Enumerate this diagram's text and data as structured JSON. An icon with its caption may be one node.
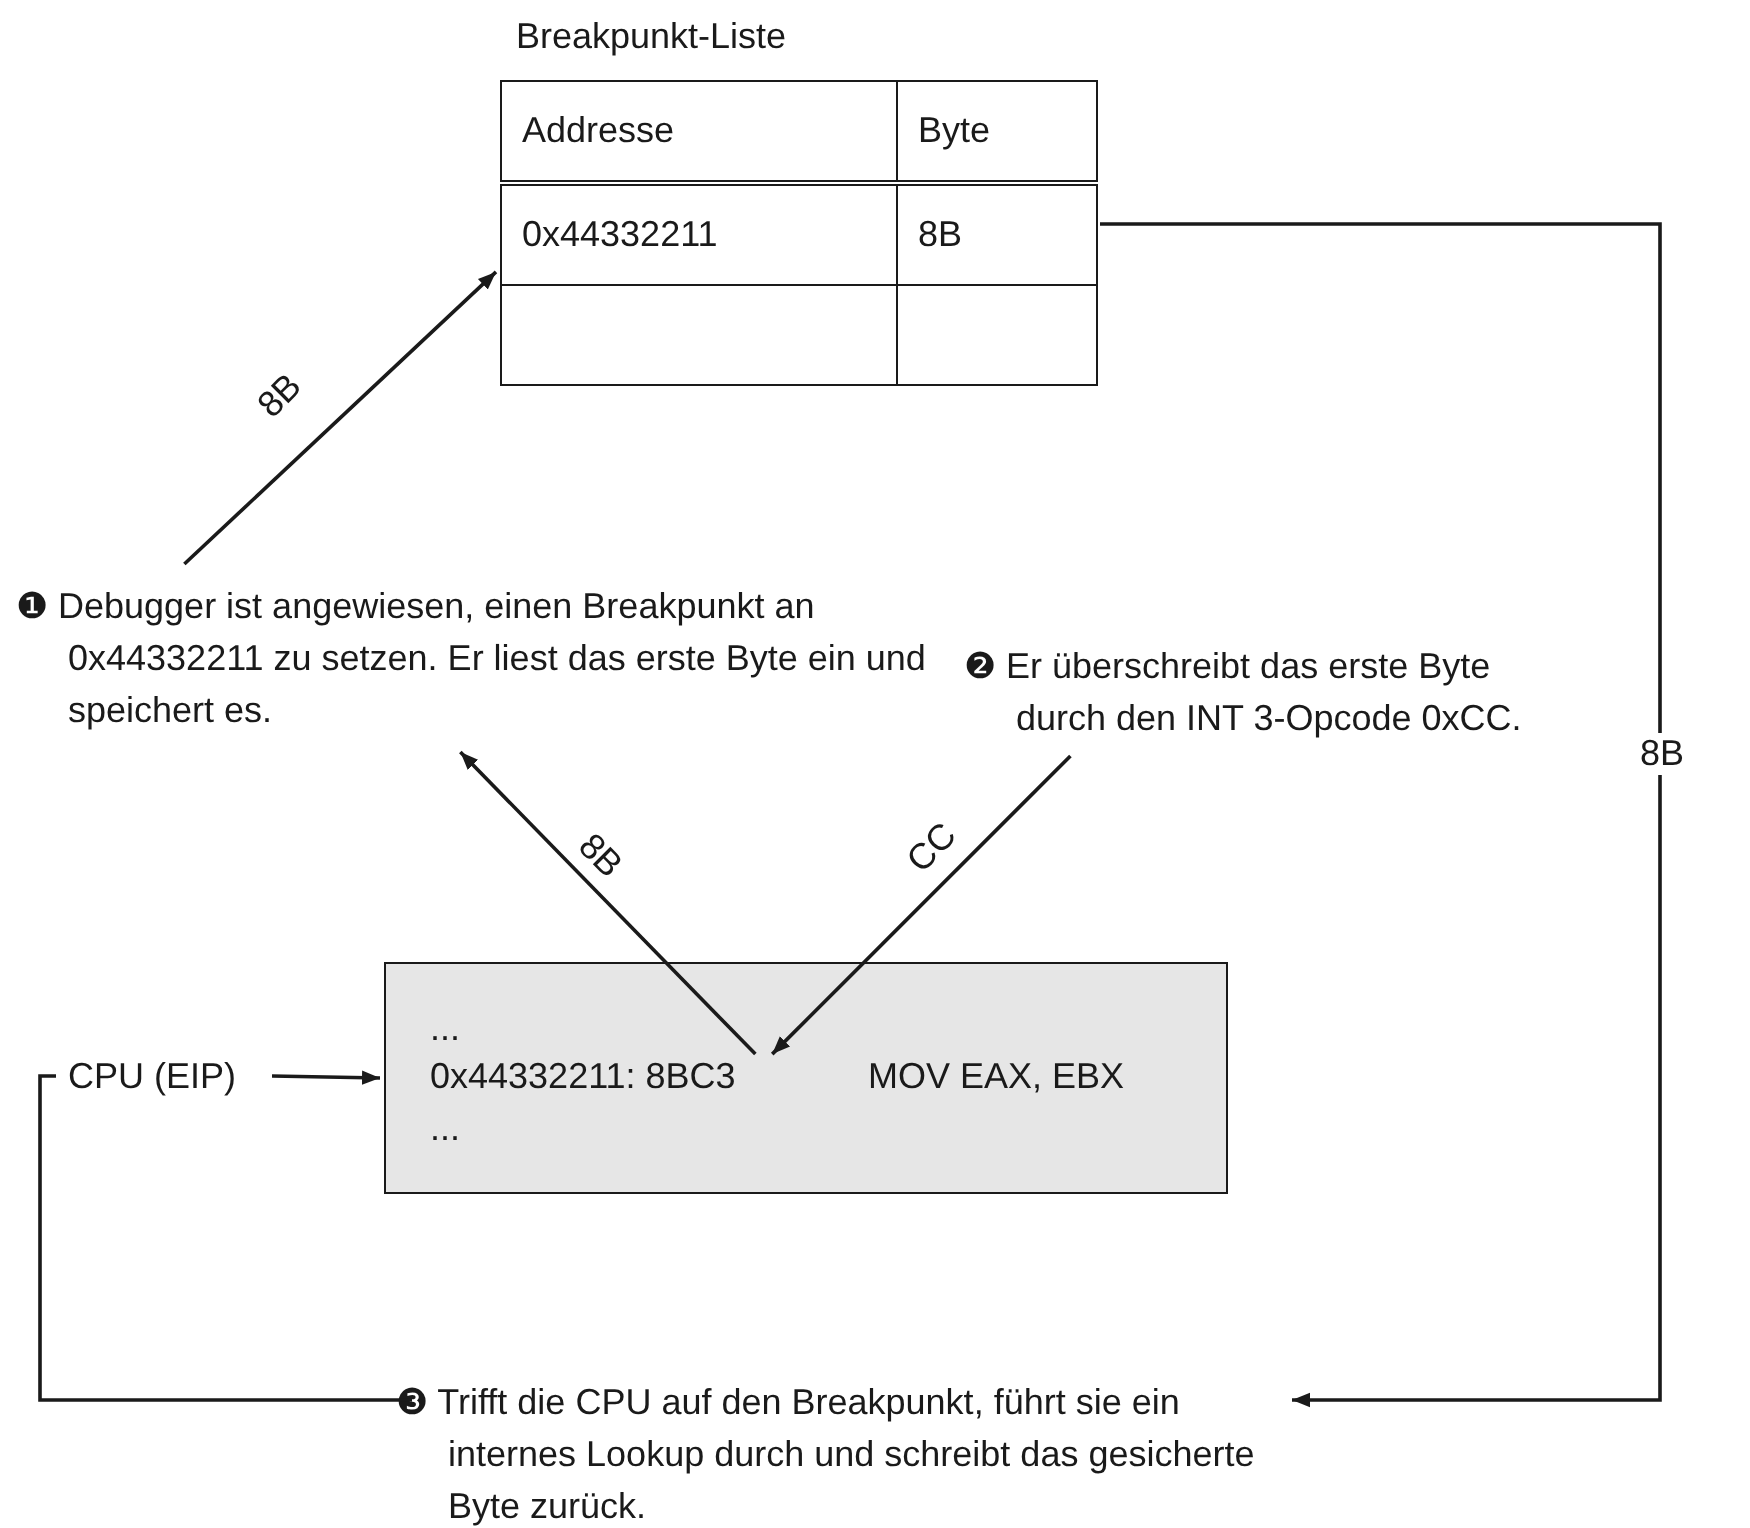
{
  "diagram": {
    "nodes": [
      {
        "text": [
          "Breakpunkt-Liste"
        ]
      },
      {
        "text": [
          "❶ Debugger ist angewiesen, einen Breakpunkt an 0x44332211 zu setzen. Er liest das erste Byte ein und speichert es."
        ]
      },
      {
        "text": [
          "❷ Er überschreibt das erste Byte durch den INT 3-Opcode 0xCC."
        ]
      },
      {
        "text": [
          "...",
          "0x44332211: 8BC3",
          "MOV EAX, EBX",
          "..."
        ]
      },
      {
        "text": [
          "CPU (EIP)"
        ]
      },
      {
        "text": [
          "❸ Trifft die CPU auf den Breakpunkt, führt sie ein internes Lookup durch und schreibt das gesicherte Byte zurück."
        ]
      }
    ],
    "edges": [
      {
        "from": 1,
        "to": 0,
        "arrow": "to",
        "label": "8B"
      },
      {
        "from": 3,
        "to": 1,
        "arrow": "to",
        "label": "8B"
      },
      {
        "from": 2,
        "to": 3,
        "arrow": "to",
        "label": "CC"
      },
      {
        "from": 4,
        "to": 3,
        "arrow": "to"
      },
      {
        "from": 0,
        "to": 5,
        "arrow": "to",
        "label": "8B"
      },
      {
        "from": 5,
        "to": 4,
        "arrow": "none"
      }
    ],
    "labels": [
      "Addresse",
      "Byte",
      "0x44332211",
      "8B"
    ]
  }
}
